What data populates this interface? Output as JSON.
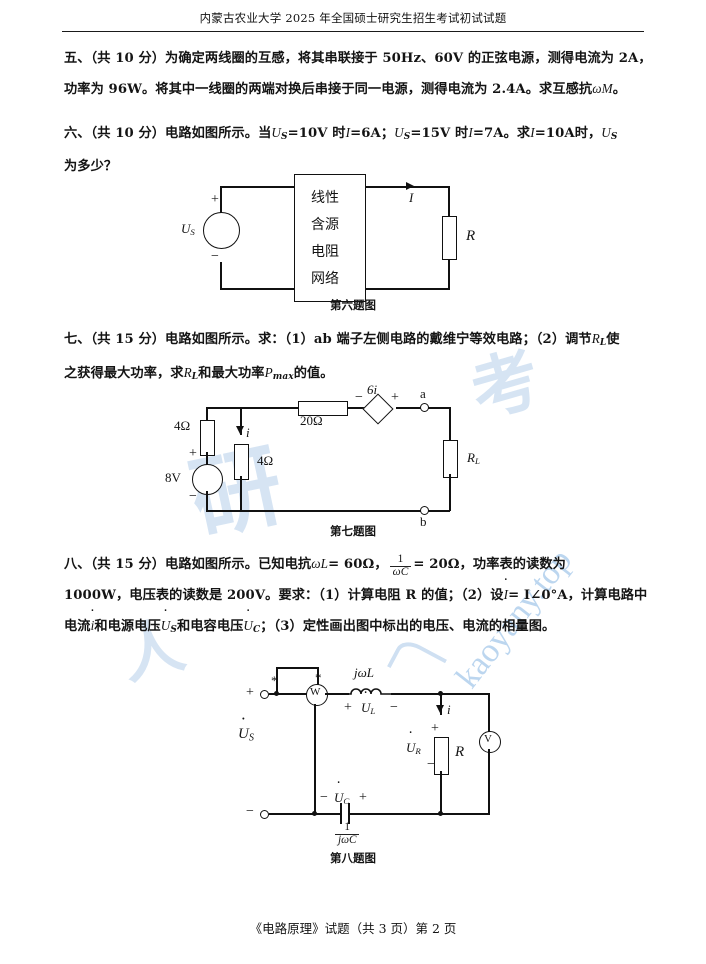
{
  "header": {
    "title": "内蒙古农业大学 2025 年全国硕士研究生招生考试初试试题"
  },
  "footer": {
    "text": "《电路原理》试题（共 3 页）第 2 页"
  },
  "watermark": {
    "cjk_1": "考",
    "cjk_2": "研",
    "cjk_3": "人",
    "latin": "kaoyany.top"
  },
  "questions": [
    {
      "id": "q5",
      "number": "五",
      "points": "（共 10 分）",
      "line1": "五、（共 10 分）为确定两线圈的互感，将其串联接于 50Hz、60V 的正弦电源，测得电流为 2A，",
      "line2_pre": "功率为 96W。将其中一线圈的两端对换后串接于同一电源，测得电流为 2.4A。求互感抗",
      "line2_sym": "ωM",
      "line2_post": "。"
    },
    {
      "id": "q6",
      "line1_a": "六、（共 10 分）电路如图所示。当",
      "line1_us1": "U",
      "line1_us1_sub": "S",
      "line1_b": "=10V 时",
      "line1_i1": "I",
      "line1_c": "=6A；",
      "line1_us2": "U",
      "line1_us2_sub": "S",
      "line1_d": "=15V 时",
      "line1_i2": "I",
      "line1_e": "=7A。求",
      "line1_i3": "I",
      "line1_f": "=10A时，",
      "line1_us3": "U",
      "line1_us3_sub": "S",
      "line2": "为多少？",
      "caption": "第六题图",
      "figure": {
        "source_label": "U",
        "source_sub": "S",
        "plus": "+",
        "minus": "−",
        "box_lines": [
          "线性",
          "含源",
          "电阻",
          "网络"
        ],
        "current_label": "I",
        "resistor_label": "R"
      }
    },
    {
      "id": "q7",
      "line1_a": "七、（共 15 分）电路如图所示。求：（1）ab 端子左侧电路的戴维宁等效电路；（2）调节",
      "line1_rl": "R",
      "line1_rl_sub": "L",
      "line1_b": "使",
      "line2_a": "之获得最大功率，求",
      "line2_rl": "R",
      "line2_rl_sub": "L",
      "line2_b": "和最大功率",
      "line2_p": "P",
      "line2_p_sub": "max",
      "line2_c": "的值。",
      "caption": "第七题图",
      "figure": {
        "r_series_top": "20Ω",
        "r_left": "4Ω",
        "r_mid": "4Ω",
        "source": "8V",
        "plus": "+",
        "minus": "−",
        "dep_source": "6i",
        "dep_minus": "−",
        "dep_plus": "+",
        "current_label": "i",
        "node_a": "a",
        "node_b": "b",
        "load": "R",
        "load_sub": "L"
      }
    },
    {
      "id": "q8",
      "line1_a": "八、（共 15 分）电路如图所示。已知电抗",
      "line1_wl": "ωL",
      "line1_b": "= 60Ω，",
      "line1_frac_num": "1",
      "line1_frac_den": "ωC",
      "line1_c": "= 20Ω，功率表的读数为",
      "line2_a": "1000W，电压表的读数是 200V。要求：（1）计算电阻 R 的值；（2）设",
      "line2_i": "I",
      "line2_b": "= I∠0°A，计算电路中",
      "line3_a": "电流",
      "line3_i": "i",
      "line3_b": "和电源电压",
      "line3_us": "U",
      "line3_us_sub": "S",
      "line3_c": "和电容电压",
      "line3_uc": "U",
      "line3_uc_sub": "C",
      "line3_d": "；（3）定性画出图中标出的电压、电流的相量图。",
      "caption": "第八题图",
      "figure": {
        "star_left": "*",
        "star_right": "*",
        "wattmeter": "W",
        "voltmeter": "V",
        "plus_terminal": "+",
        "minus_terminal": "−",
        "source_label": "U",
        "source_sub": "S",
        "inductor_label": "jωL",
        "ul_plus": "+",
        "ul_label": "U",
        "ul_sub": "L",
        "ul_minus": "−",
        "current_label": "i",
        "ur_plus": "+",
        "ur_label": "U",
        "ur_sub": "R",
        "ur_minus": "−",
        "resistor_label": "R",
        "uc_minus": "−",
        "uc_label": "U",
        "uc_sub": "C",
        "uc_plus": "+",
        "cap_num": "1",
        "cap_den": "jωC"
      }
    }
  ]
}
